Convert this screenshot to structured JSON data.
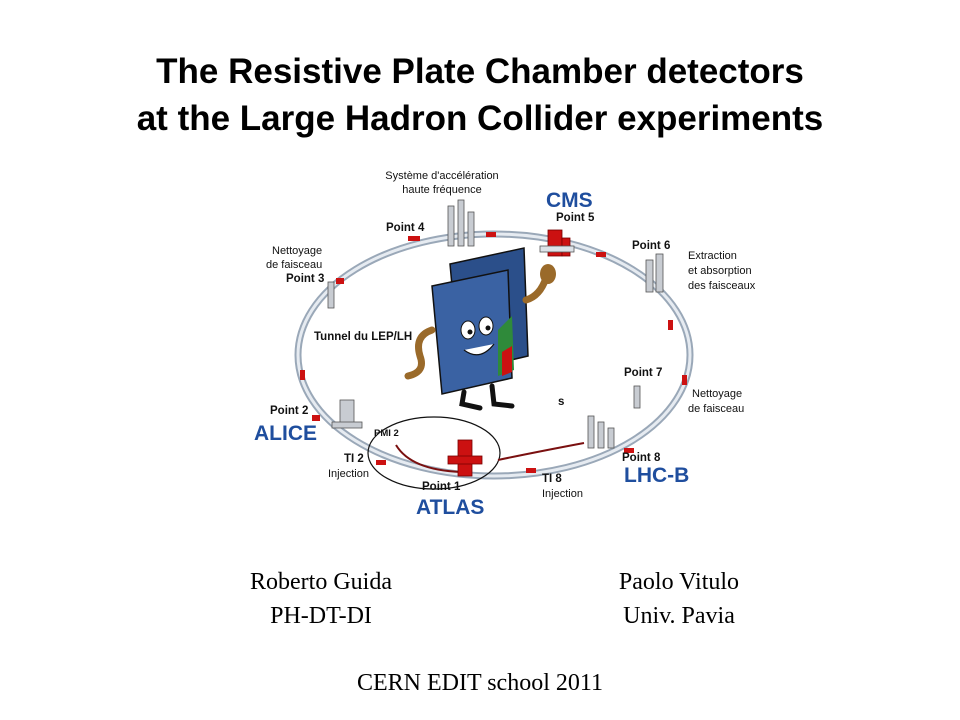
{
  "slide": {
    "title_line1": "The Resistive Plate Chamber detectors",
    "title_line2": "at the Large Hadron Collider experiments"
  },
  "diagram": {
    "labels": {
      "rf_system": [
        "Système d'accélération",
        "haute fréquence"
      ],
      "point4": "Point 4",
      "cms": "CMS",
      "point5": "Point 5",
      "point6": "Point 6",
      "extraction": [
        "Extraction",
        "et absorption",
        "des faisceaux"
      ],
      "cleaning_left": [
        "Nettoyage",
        "de faisceau"
      ],
      "point3": "Point 3",
      "tunnel": "Tunnel du LEP/LH",
      "point7": "Point 7",
      "cleaning_right": [
        "Nettoyage",
        "de faisceau"
      ],
      "fragment_s": "s",
      "point2": "Point 2",
      "alice": "ALICE",
      "pmi2": "PMI 2",
      "ti2": "TI 2",
      "injection_left": "Injection",
      "point8": "Point 8",
      "lhcb": "LHC-B",
      "point1": "Point 1",
      "ti8": "TI 8",
      "injection_right": "Injection",
      "atlas": "ATLAS"
    },
    "colors": {
      "ring": "#b8c4d2",
      "rpc_panel": "#2b4f8a",
      "experiment_text": "#1f4e9e",
      "red_marker": "#cc1111"
    }
  },
  "authors": [
    {
      "name": "Roberto Guida",
      "affiliation": "PH-DT-DI"
    },
    {
      "name": "Paolo Vitulo",
      "affiliation": "Univ. Pavia"
    }
  ],
  "footer": "CERN EDIT school 2011"
}
